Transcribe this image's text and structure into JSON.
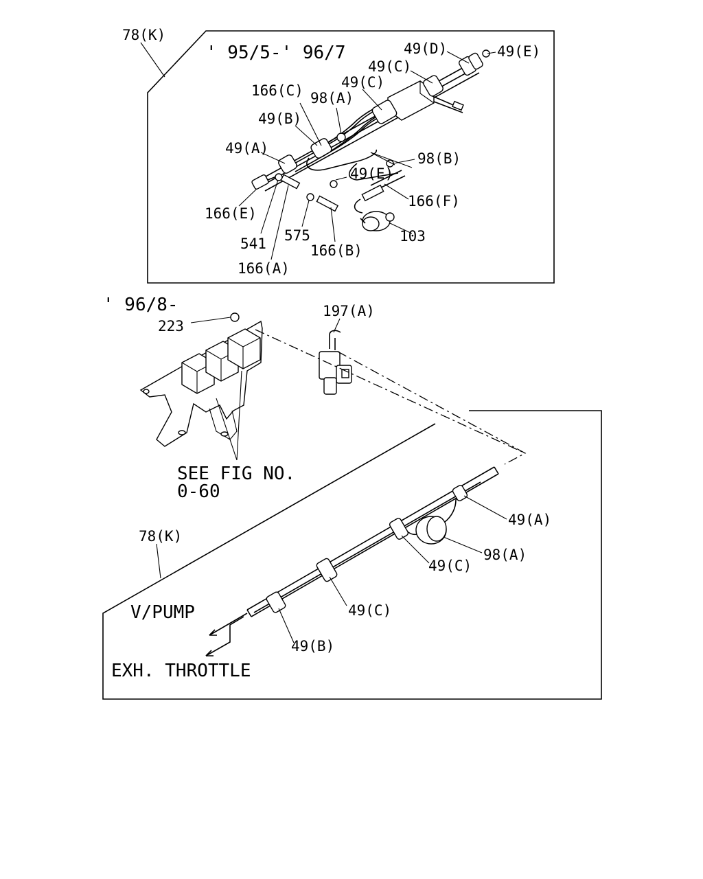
{
  "diagram": {
    "top_panel": {
      "period": "' 95/5-' 96/7",
      "frame_ref": "78(K)",
      "callouts": {
        "c49d": "49(D)",
        "c49e_top": "49(E)",
        "c49c_a": "49(C)",
        "c49c_b": "49(C)",
        "c166c": "166(C)",
        "c98a": "98(A)",
        "c49b": "49(B)",
        "c49a": "49(A)",
        "c98b": "98(B)",
        "c49e_mid": "49(E)",
        "c166f": "166(F)",
        "c166e": "166(E)",
        "c103": "103",
        "c541": "541",
        "c575": "575",
        "c166b": "166(B)",
        "c166a": "166(A)"
      }
    },
    "bottom_panel": {
      "period": "' 96/8-",
      "frame_ref": "78(K)",
      "callouts": {
        "c223": "223",
        "c197a": "197(A)",
        "see_fig_1": "SEE FIG NO.",
        "see_fig_2": "0-60",
        "c49a": "49(A)",
        "c98a": "98(A)",
        "c49c_a": "49(C)",
        "c49c_b": "49(C)",
        "c49b": "49(B)",
        "vpump": "V/PUMP",
        "exh": "EXH. THROTTLE"
      }
    }
  }
}
